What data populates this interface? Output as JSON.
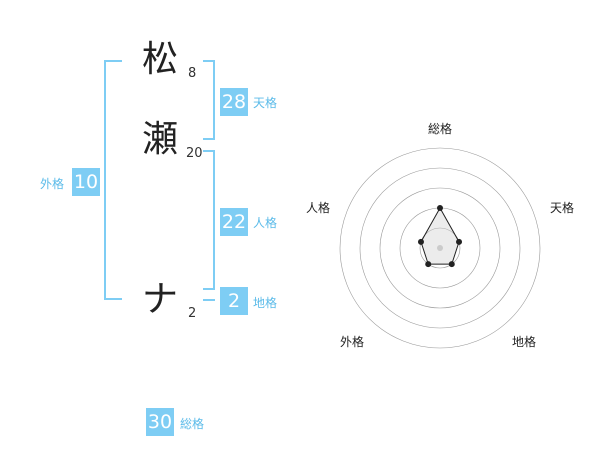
{
  "name": {
    "chars": [
      {
        "char": "松",
        "strokes": "8"
      },
      {
        "char": "瀬",
        "strokes": "20"
      },
      {
        "char": "ナ",
        "strokes": "2"
      }
    ]
  },
  "kaku": {
    "tenkaku": {
      "value": "28",
      "label": "天格"
    },
    "jinkaku": {
      "value": "22",
      "label": "人格"
    },
    "chikaku": {
      "value": "2",
      "label": "地格"
    },
    "gaikaku": {
      "value": "10",
      "label": "外格"
    },
    "soukaku": {
      "value": "30",
      "label": "総格"
    }
  },
  "colors": {
    "accent": "#7ecdf4",
    "label": "#5bbbe9"
  },
  "chart_data": {
    "type": "radar",
    "axes": [
      "総格",
      "天格",
      "地格",
      "外格",
      "人格"
    ],
    "values": [
      2,
      1,
      1,
      1,
      1
    ],
    "rmax": 5,
    "rings": 5
  }
}
